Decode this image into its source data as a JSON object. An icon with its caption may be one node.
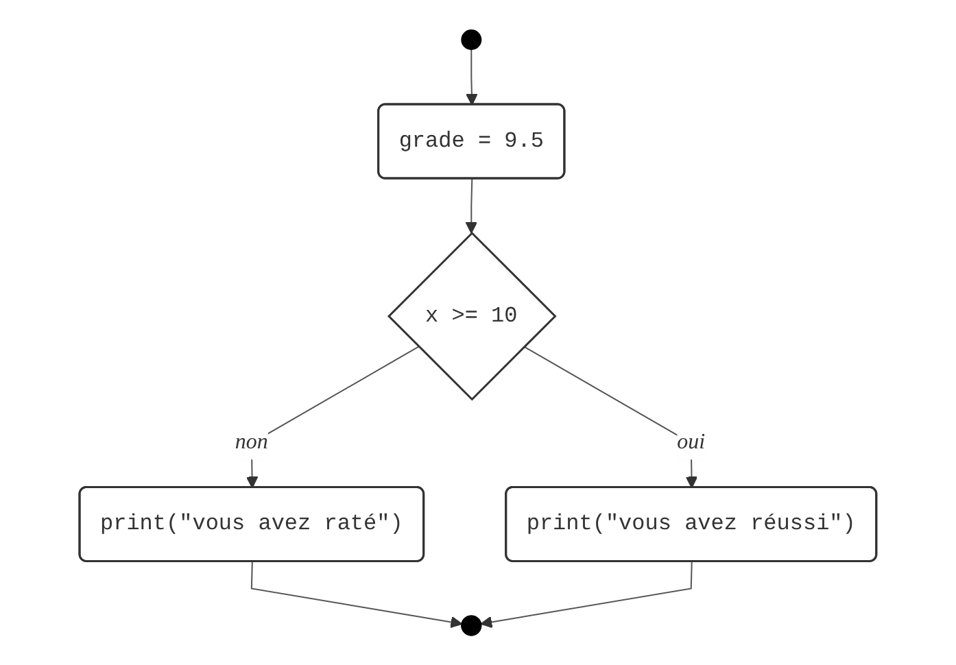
{
  "diagram": {
    "nodes": [
      {
        "text": [],
        "shape": "circle"
      },
      {
        "text": [
          "grade = 9.5"
        ]
      },
      {
        "text": [
          "x >= 10"
        ]
      },
      {
        "text": [
          "print(\"vous avez raté\")"
        ]
      },
      {
        "text": [
          "print(\"vous avez réussi\")"
        ]
      },
      {
        "text": [],
        "shape": "circle"
      }
    ],
    "edges": [
      {
        "from": 0,
        "to": 1,
        "arrow": "to"
      },
      {
        "from": 1,
        "to": 2,
        "arrow": "to"
      },
      {
        "from": 2,
        "to": 4,
        "arrow": "to",
        "label": "oui"
      },
      {
        "from": 2,
        "to": 3,
        "arrow": "to",
        "label": "non"
      },
      {
        "from": 3,
        "to": 5,
        "arrow": "to"
      },
      {
        "from": 4,
        "to": 5,
        "arrow": "to"
      }
    ]
  }
}
